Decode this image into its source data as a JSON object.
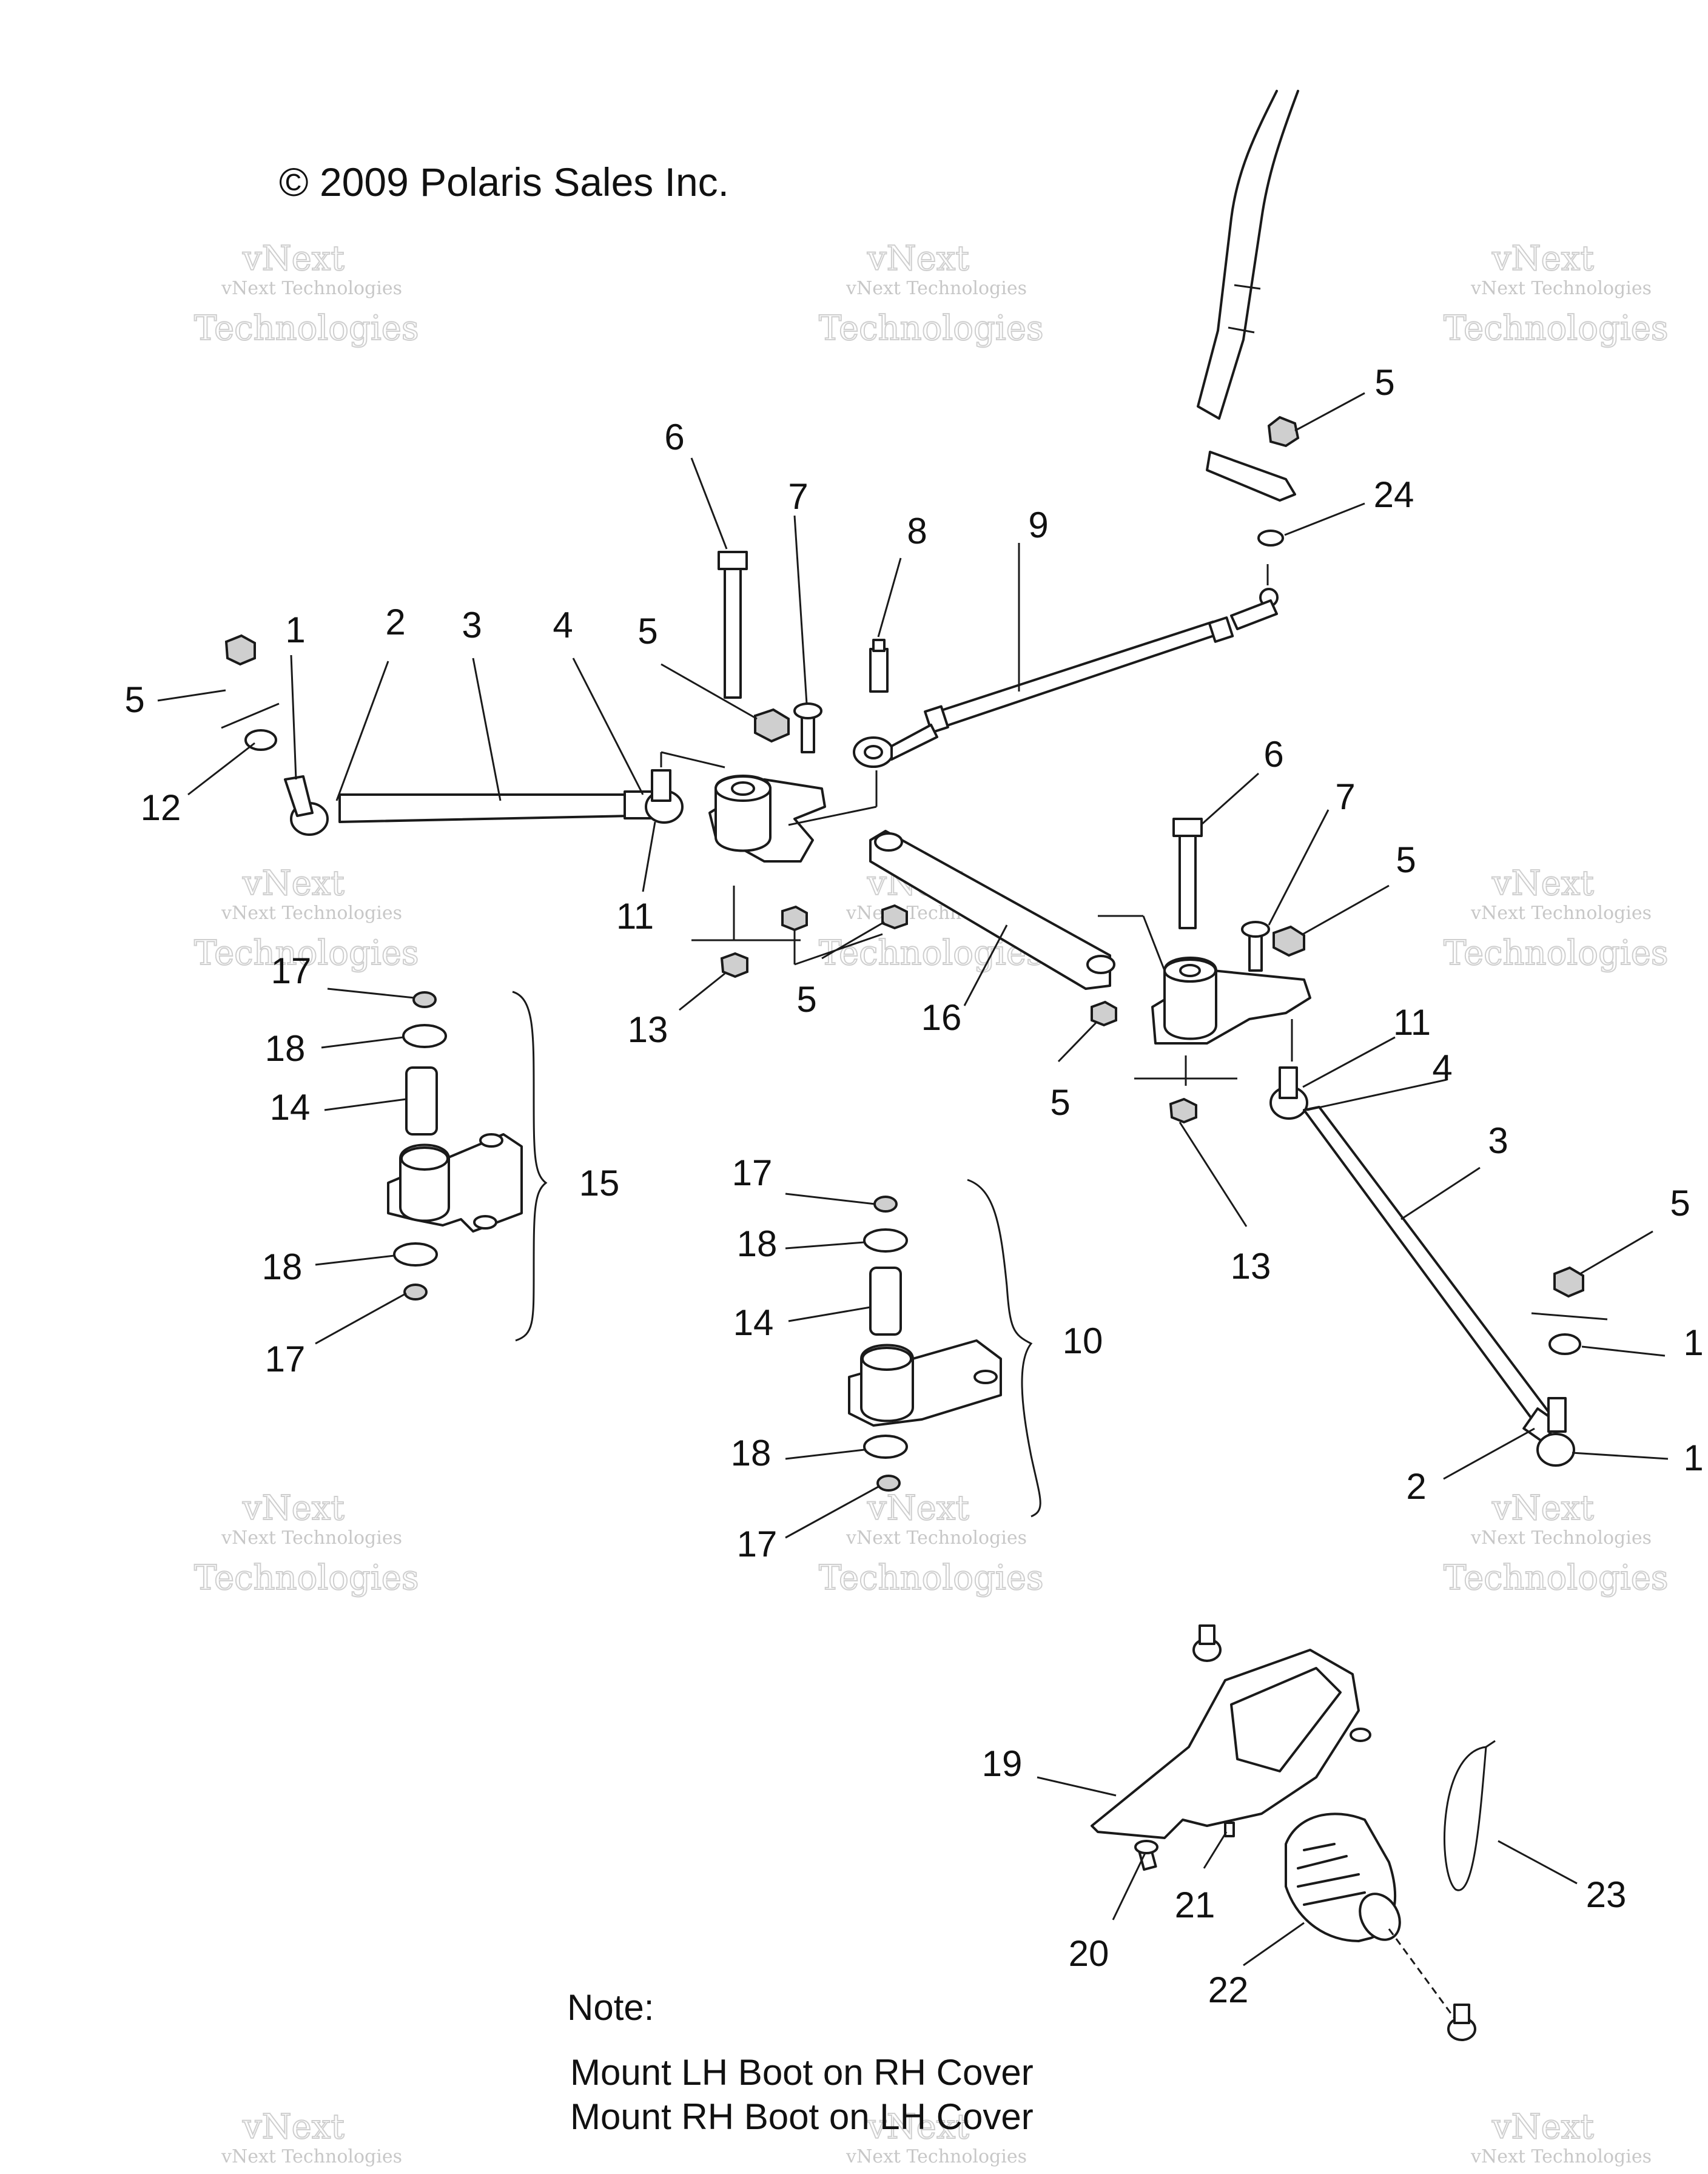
{
  "copyright": "© 2009 Polaris Sales Inc.",
  "note": {
    "heading": "Note:",
    "line1": "Mount LH Boot on RH Cover",
    "line2": "Mount RH Boot on LH Cover"
  },
  "watermark": {
    "brand": "vNext",
    "small": "vNext Technologies",
    "big": "Technologies"
  },
  "callouts": {
    "c1a": "1",
    "c2a": "2",
    "c3a": "3",
    "c4a": "4",
    "c5a": "5",
    "c12": "12",
    "c11a": "11",
    "c6a": "6",
    "c7a": "7",
    "c8": "8",
    "c9": "9",
    "c5b": "5",
    "c5c": "5",
    "c24": "24",
    "c13a": "13",
    "c5d": "5",
    "c16": "16",
    "c6b": "6",
    "c7b": "7",
    "c5e": "5",
    "c5f": "5",
    "c11b": "11",
    "c4b": "4",
    "c3b": "3",
    "c13b": "13",
    "c5g": "5",
    "c1b": "1",
    "c1c": "1",
    "c2b": "2",
    "c17a": "17",
    "c18a": "18",
    "c14a": "14",
    "c15": "15",
    "c18b": "18",
    "c17b": "17",
    "c17c": "17",
    "c18c": "18",
    "c14b": "14",
    "c10": "10",
    "c18d": "18",
    "c17d": "17",
    "c19": "19",
    "c20": "20",
    "c21": "21",
    "c22": "22",
    "c23": "23"
  }
}
